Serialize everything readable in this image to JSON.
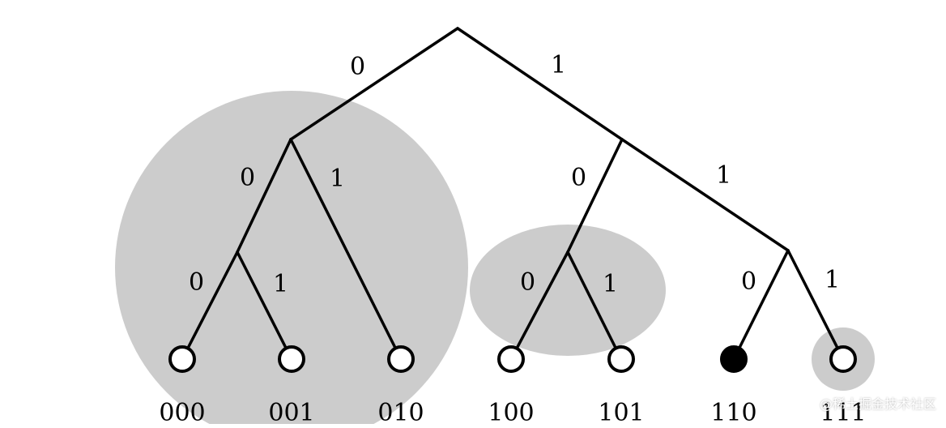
{
  "tree": {
    "edge_labels": {
      "root_left": "0",
      "root_right": "1",
      "n0_left": "0",
      "n0_right": "1",
      "n00_left": "0",
      "n00_right": "1",
      "n1_left": "0",
      "n1_right": "1",
      "n10_left": "0",
      "n10_right": "1",
      "n11_left": "0",
      "n11_right": "1"
    },
    "leaves": [
      {
        "label": "000",
        "filled": false,
        "in_group": true
      },
      {
        "label": "001",
        "filled": false,
        "in_group": true
      },
      {
        "label": "010",
        "filled": false,
        "in_group": true
      },
      {
        "label": "100",
        "filled": false,
        "in_group": true
      },
      {
        "label": "101",
        "filled": false,
        "in_group": true
      },
      {
        "label": "110",
        "filled": true,
        "in_group": false
      },
      {
        "label": "111",
        "filled": false,
        "in_group": true
      }
    ],
    "group_fill": "#cccccc",
    "line_color": "#000000"
  },
  "watermark": {
    "text": "@稀土掘金技术社区"
  }
}
